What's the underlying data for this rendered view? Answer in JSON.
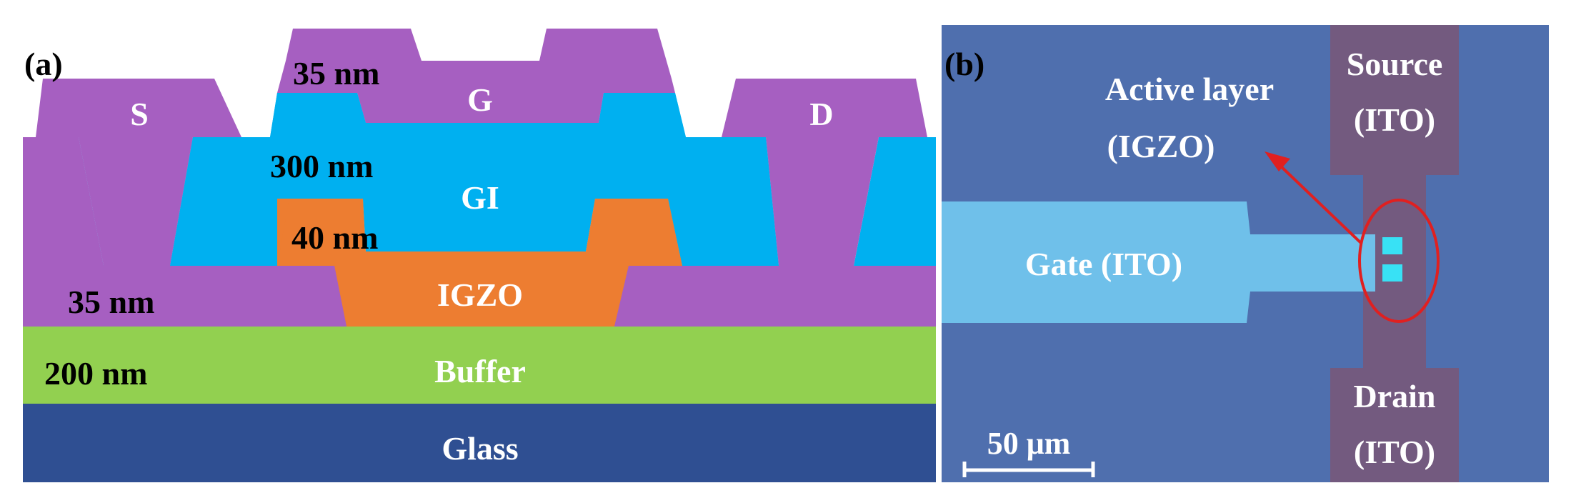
{
  "colors": {
    "glass": "#2f4f92",
    "buffer": "#92d050",
    "igzo": "#ed7d31",
    "gi": "#00b0f0",
    "electrode": "#a65fc1",
    "micro_background": "#4f6fae",
    "ito_electrode": "#735a7f",
    "gate_ito": "#6fc0ea",
    "highlight_circle": "#e02020",
    "arrow": "#e02020",
    "text_light": "#ffffff",
    "text_dark": "#000000"
  },
  "panel_a": {
    "label": "(a)",
    "layers": {
      "glass": "Glass",
      "buffer": "Buffer",
      "igzo": "IGZO",
      "gi": "GI",
      "source": "S",
      "gate": "G",
      "drain": "D"
    },
    "thickness": {
      "buffer": "200 nm",
      "source_drain": "35 nm",
      "igzo": "40 nm",
      "gi": "300 nm",
      "gate": "35 nm"
    }
  },
  "panel_b": {
    "label": "(b)",
    "active_layer": [
      "Active layer",
      "(IGZO)"
    ],
    "source": [
      "Source",
      "(ITO)"
    ],
    "drain": [
      "Drain",
      "(ITO)"
    ],
    "gate": "Gate (ITO)",
    "scale_bar": "50 μm"
  }
}
